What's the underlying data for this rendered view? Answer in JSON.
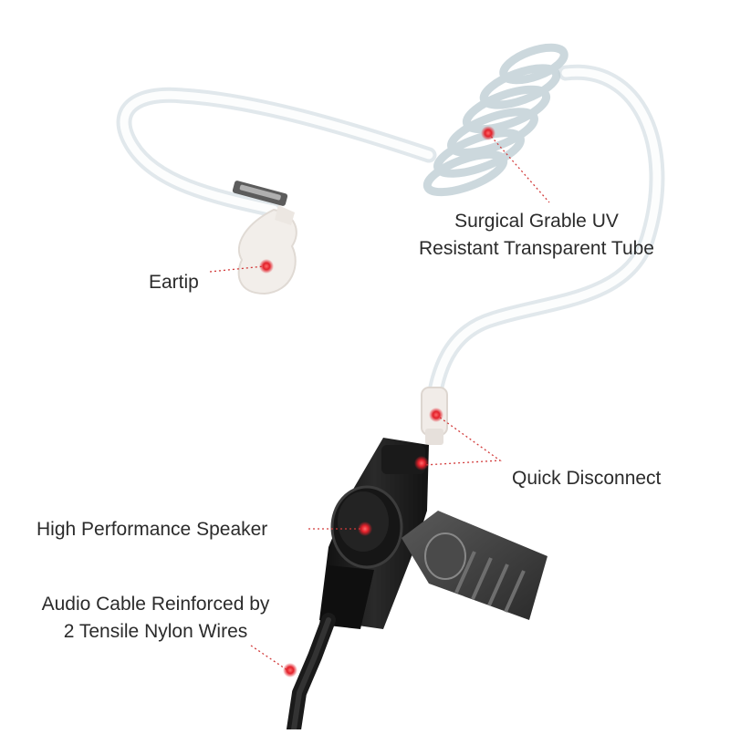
{
  "labels": {
    "tube_line1": "Surgical Grable UV",
    "tube_line2": "Resistant Transparent Tube",
    "eartip": "Eartip",
    "quick_disconnect": "Quick Disconnect",
    "speaker": "High Performance Speaker",
    "cable_line1": "Audio Cable Reinforced by",
    "cable_line2": "2 Tensile Nylon Wires"
  },
  "colors": {
    "callout_dot": "#e3202a",
    "callout_line": "#d23a3a",
    "tube": "#c9d6dc",
    "device": "#1c1c1c",
    "clip_metal": "#3a3a3a",
    "label_text": "#2b2b2b"
  }
}
